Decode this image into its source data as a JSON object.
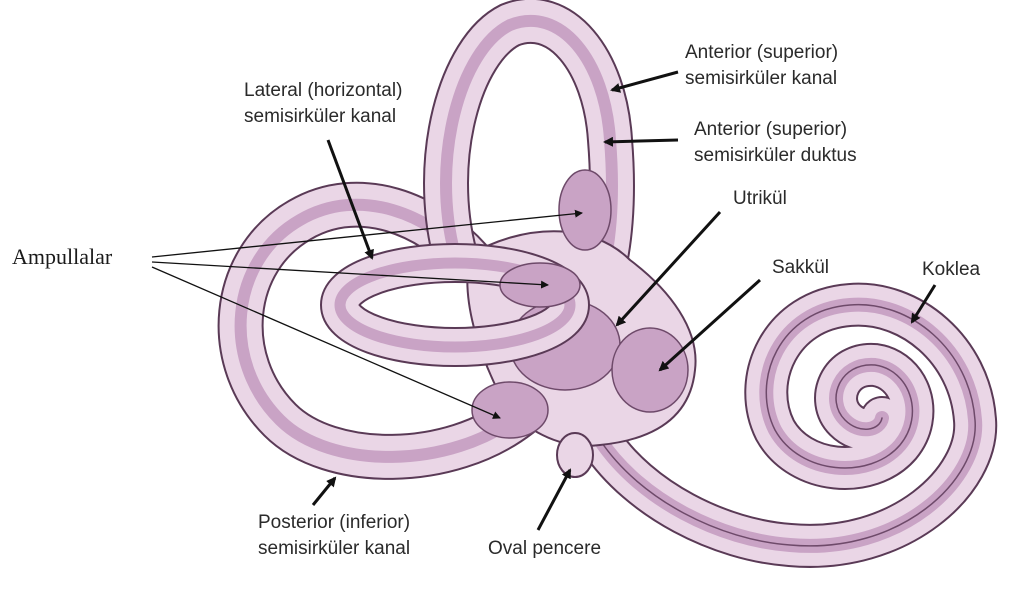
{
  "labels": {
    "ampullalar": "Ampullalar",
    "lateral_line1": "Lateral (horizontal)",
    "lateral_line2": "semisirküler kanal",
    "anterior_kanal_line1": "Anterior (superior)",
    "anterior_kanal_line2": "semisirküler kanal",
    "anterior_duktus_line1": "Anterior (superior)",
    "anterior_duktus_line2": "semisirküler duktus",
    "utrikul": "Utrikül",
    "sakkul": "Sakkül",
    "koklea": "Koklea",
    "posterior_line1": "Posterior (inferior)",
    "posterior_line2": "semisirküler kanal",
    "oval_pencere": "Oval pencere"
  },
  "colors": {
    "bony_outer": "#ead6e6",
    "bony_edge": "#5a3a56",
    "membranous": "#c9a3c5",
    "duct_line": "#6e4a6a",
    "arrow": "#111111",
    "text": "#2a2a2a"
  }
}
